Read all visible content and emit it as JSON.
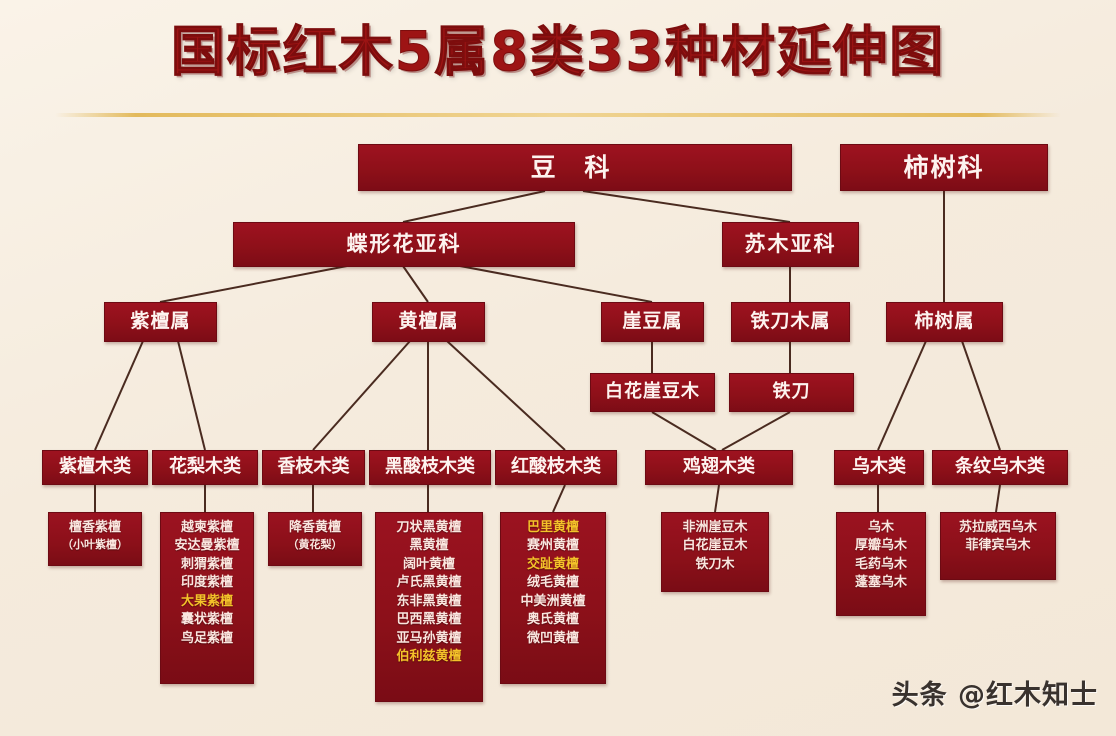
{
  "title": "国标红木5属8类33种材延伸图",
  "watermark": "头条 @红木知士",
  "colors": {
    "background": "#f5ebdd",
    "box_red": "#8e1019",
    "title_red": "#9d1414",
    "highlight_yellow": "#f3c22a",
    "rule_gold": "#e3ba5c",
    "connector": "#4a2b20"
  },
  "level1": [
    {
      "label": "豆  科"
    },
    {
      "label": "柿树科"
    }
  ],
  "level2": [
    {
      "label": "蝶形花亚科"
    },
    {
      "label": "苏木亚科"
    }
  ],
  "genera": [
    {
      "label": "紫檀属"
    },
    {
      "label": "黄檀属"
    },
    {
      "label": "崖豆属"
    },
    {
      "label": "铁刀木属"
    },
    {
      "label": "柿树属"
    }
  ],
  "mid": [
    {
      "label": "白花崖豆木"
    },
    {
      "label": "铁刀"
    }
  ],
  "categories": [
    {
      "label": "紫檀木类"
    },
    {
      "label": "花梨木类"
    },
    {
      "label": "香枝木类"
    },
    {
      "label": "黑酸枝木类"
    },
    {
      "label": "红酸枝木类"
    },
    {
      "label": "鸡翅木类"
    },
    {
      "label": "乌木类"
    },
    {
      "label": "条纹乌木类"
    }
  ],
  "species_lists": [
    {
      "category": "紫檀木类",
      "items": [
        {
          "name": "檀香紫檀",
          "highlight": false
        },
        {
          "name": "（小叶紫檀）",
          "highlight": false,
          "small": true
        }
      ]
    },
    {
      "category": "花梨木类",
      "items": [
        {
          "name": "越柬紫檀",
          "highlight": false
        },
        {
          "name": "安达曼紫檀",
          "highlight": false
        },
        {
          "name": "刺猬紫檀",
          "highlight": false
        },
        {
          "name": "印度紫檀",
          "highlight": false
        },
        {
          "name": "大果紫檀",
          "highlight": true
        },
        {
          "name": "囊状紫檀",
          "highlight": false
        },
        {
          "name": "鸟足紫檀",
          "highlight": false
        }
      ]
    },
    {
      "category": "香枝木类",
      "items": [
        {
          "name": "降香黄檀",
          "highlight": false
        },
        {
          "name": "（黄花梨）",
          "highlight": false,
          "small": true
        }
      ]
    },
    {
      "category": "黑酸枝木类",
      "items": [
        {
          "name": "刀状黑黄檀",
          "highlight": false
        },
        {
          "name": "黑黄檀",
          "highlight": false
        },
        {
          "name": "阔叶黄檀",
          "highlight": false
        },
        {
          "name": "卢氏黑黄檀",
          "highlight": false
        },
        {
          "name": "东非黑黄檀",
          "highlight": false
        },
        {
          "name": "巴西黑黄檀",
          "highlight": false
        },
        {
          "name": "亚马孙黄檀",
          "highlight": false
        },
        {
          "name": "伯利兹黄檀",
          "highlight": true
        }
      ]
    },
    {
      "category": "红酸枝木类",
      "items": [
        {
          "name": "巴里黄檀",
          "highlight": true
        },
        {
          "name": "赛州黄檀",
          "highlight": false
        },
        {
          "name": "交趾黄檀",
          "highlight": true
        },
        {
          "name": "绒毛黄檀",
          "highlight": false
        },
        {
          "name": "中美洲黄檀",
          "highlight": false
        },
        {
          "name": "奥氏黄檀",
          "highlight": false
        },
        {
          "name": "微凹黄檀",
          "highlight": false
        }
      ]
    },
    {
      "category": "鸡翅木类",
      "items": [
        {
          "name": "非洲崖豆木",
          "highlight": false
        },
        {
          "name": "白花崖豆木",
          "highlight": false
        },
        {
          "name": "铁刀木",
          "highlight": false
        }
      ]
    },
    {
      "category": "乌木类",
      "items": [
        {
          "name": "乌木",
          "highlight": false
        },
        {
          "name": "厚瓣乌木",
          "highlight": false
        },
        {
          "name": "毛药乌木",
          "highlight": false
        },
        {
          "name": "蓬塞乌木",
          "highlight": false
        }
      ]
    },
    {
      "category": "条纹乌木类",
      "items": [
        {
          "name": "苏拉威西乌木",
          "highlight": false
        },
        {
          "name": "菲律宾乌木",
          "highlight": false
        }
      ]
    }
  ]
}
